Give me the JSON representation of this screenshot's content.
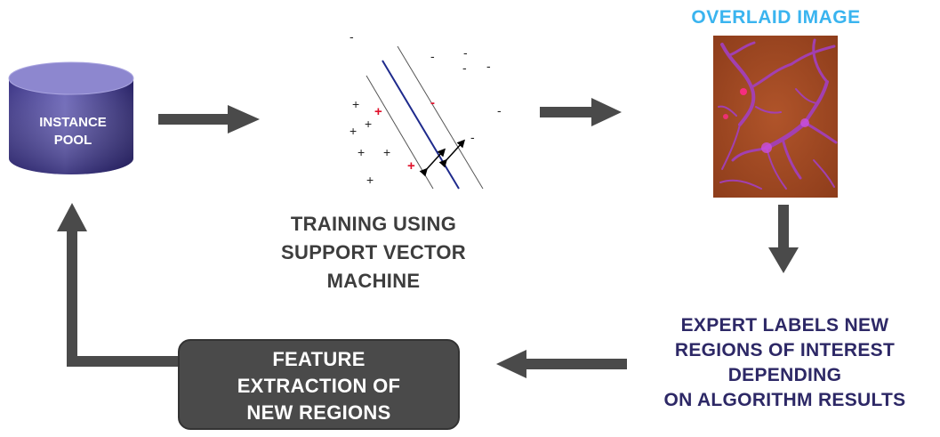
{
  "instance_pool": {
    "label_line1": "INSTANCE",
    "label_line2": "POOL"
  },
  "svm": {
    "caption_line1": "TRAINING USING",
    "caption_line2": "SUPPORT VECTOR",
    "caption_line3": "MACHINE"
  },
  "overlay": {
    "title": "OVERLAID IMAGE"
  },
  "expert": {
    "line1": "EXPERT LABELS NEW",
    "line2": "REGIONS OF INTEREST",
    "line3": "DEPENDING",
    "line4": "ON ALGORITHM RESULTS"
  },
  "feature": {
    "line1": "FEATURE",
    "line2": "EXTRACTION OF",
    "line3": "NEW REGIONS"
  },
  "colors": {
    "arrow": "#4a4a4a",
    "cylinder_top": "#8d87cf",
    "cylinder_body_dark": "#2b2470",
    "overlay_title": "#3ab4ef",
    "expert_text": "#2d2866",
    "tissue": "#a34a22"
  }
}
